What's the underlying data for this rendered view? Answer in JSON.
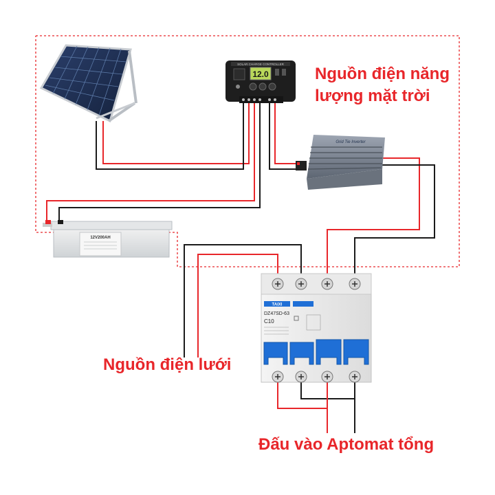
{
  "labels": {
    "solar_source": [
      "Nguồn điện năng",
      "lượng mặt trời"
    ],
    "grid_source": "Nguồn điện lưới",
    "main_breaker_input": "Đấu vào Aptomat tổng"
  },
  "devices": {
    "charge_controller": {
      "header": "SOLAR CHARGE CONTROLLER",
      "display": "12.0"
    },
    "inverter": {
      "label": "Grid Tie Inverter"
    },
    "battery": {
      "label": "12V200AH"
    },
    "breaker": {
      "brand": "TAIXI",
      "model": "DZ47SD-63",
      "rating": "C10"
    }
  },
  "colors": {
    "label_red": "#e8262a",
    "wire_red": "#e8262a",
    "wire_black": "#1a1a1a",
    "breaker_blue": "#1f6fd6",
    "dotted_border": "#e8262a"
  }
}
